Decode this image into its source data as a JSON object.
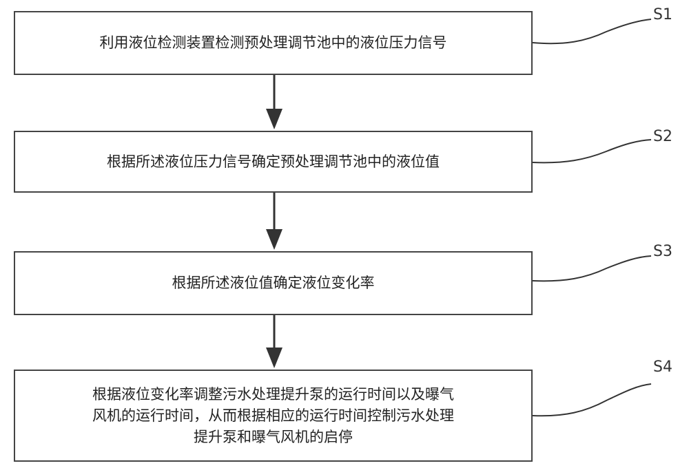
{
  "steps": [
    {
      "id": "S1",
      "text": "利用液位检测装置检测预处理调节池中的液位压力信号"
    },
    {
      "id": "S2",
      "text": "根据所述液位压力信号确定预处理调节池中的液位值"
    },
    {
      "id": "S3",
      "text": "根据所述液位值确定液位变化率"
    },
    {
      "id": "S4",
      "text_lines": [
        "根据液位变化率调整污水处理提升泵的运行时间以及曝气",
        "风机的运行时间，从而根据相应的运行时间控制污水处理",
        "提升泵和曝气风机的启停"
      ]
    }
  ],
  "colors": {
    "stroke": "#444444",
    "text": "#222222",
    "background": "#ffffff"
  }
}
